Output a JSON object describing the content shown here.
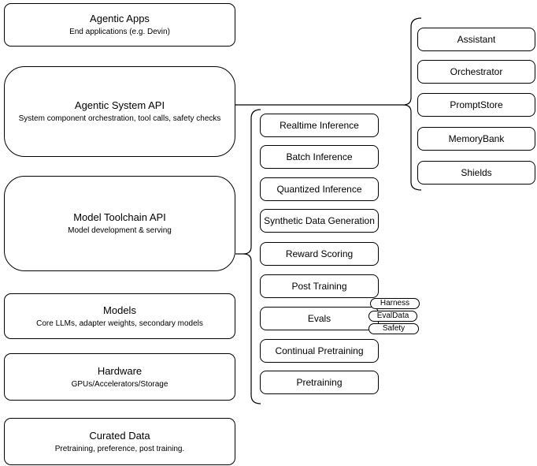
{
  "diagram": {
    "stack": [
      {
        "title": "Agentic Apps",
        "subtitle": "End applications (e.g. Devin)"
      },
      {
        "title": "Agentic System API",
        "subtitle": "System component orchestration, tool calls, safety checks"
      },
      {
        "title": "Model Toolchain API",
        "subtitle": "Model development & serving"
      },
      {
        "title": "Models",
        "subtitle": "Core LLMs, adapter weights, secondary models"
      },
      {
        "title": "Hardware",
        "subtitle": "GPUs/Accelerators/Storage"
      },
      {
        "title": "Curated Data",
        "subtitle": "Pretraining, preference, post training."
      }
    ],
    "toolchain_items": [
      "Realtime Inference",
      "Batch Inference",
      "Quantized Inference",
      "Synthetic Data Generation",
      "Reward Scoring",
      "Post Training",
      "Evals",
      "Continual Pretraining",
      "Pretraining"
    ],
    "evals_tags": [
      "Harness",
      "EvalData",
      "Safety"
    ],
    "system_components": [
      "Assistant",
      "Orchestrator",
      "PromptStore",
      "MemoryBank",
      "Shields"
    ],
    "colors": {
      "stroke": "#000000",
      "fill": "#ffffff",
      "text": "#000000"
    }
  }
}
